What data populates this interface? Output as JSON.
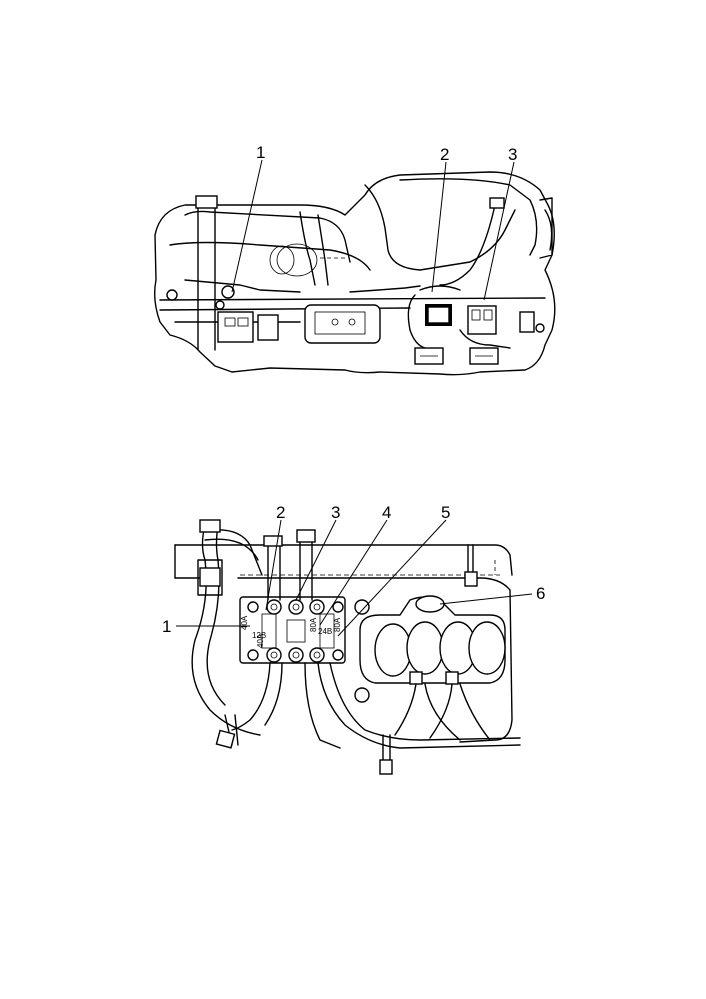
{
  "upper_view": {
    "callouts": [
      "1",
      "2",
      "3"
    ]
  },
  "lower_view": {
    "callouts": [
      "1",
      "2",
      "3",
      "4",
      "5",
      "6"
    ],
    "block_labels": {
      "voltage_left": "12B",
      "voltage_right": "24B",
      "terminal_left_a": "40A",
      "terminal_left_b": "40A",
      "terminal_right_a": "80A",
      "terminal_right_b": "80A"
    }
  }
}
